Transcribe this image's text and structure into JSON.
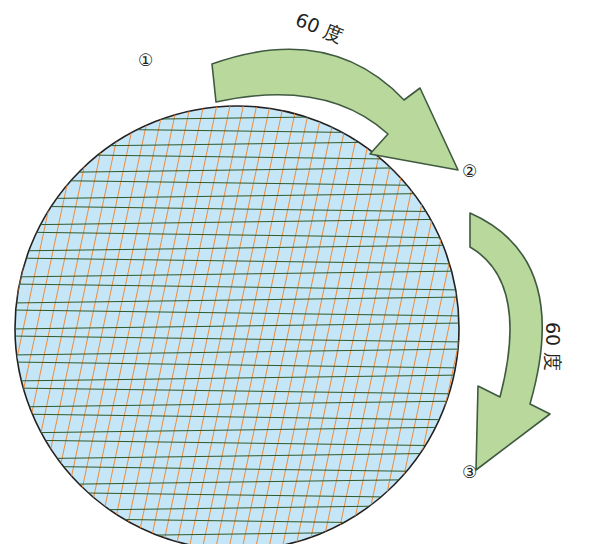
{
  "diagram": {
    "labels": [
      "①",
      "②",
      "③",
      "60 度",
      "60 度"
    ]
  }
}
